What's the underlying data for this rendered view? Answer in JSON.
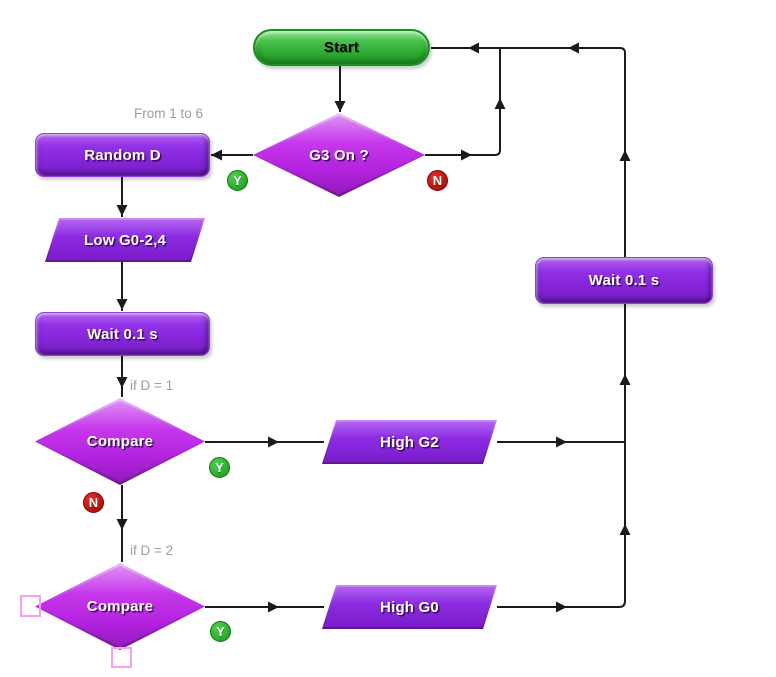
{
  "labels": {
    "start": "Start",
    "g3_decision": "G3 On ?",
    "random_d": "Random D",
    "random_d_note": "From 1 to 6",
    "low_g024": "Low G0-2,4",
    "wait_a": "Wait 0.1 s",
    "compare_1": "Compare",
    "compare_1_note": "if D = 1",
    "high_g2": "High G2",
    "compare_2": "Compare",
    "compare_2_note": "if D = 2",
    "high_g0": "High G0",
    "wait_b": "Wait 0.1 s",
    "yes": "Y",
    "no": "N"
  },
  "colors": {
    "process_fill": "#8b2be2",
    "decision_fill": "#c12ee8",
    "start_fill": "#3cb440",
    "yes_badge": "#1ca31c",
    "no_badge": "#c20b0b",
    "connector": "#1b1b1b",
    "annotation": "#96a0aa",
    "selection_handle": "#fb9ef0",
    "background": "#ffffff"
  }
}
